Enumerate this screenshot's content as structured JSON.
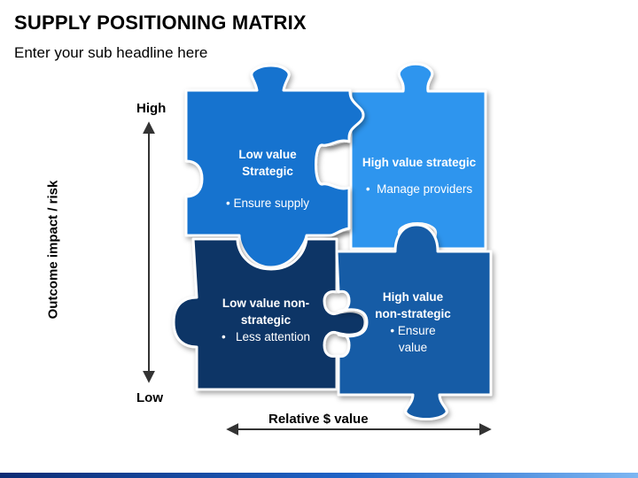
{
  "header": {
    "title": "SUPPLY POSITIONING MATRIX",
    "subtitle": "Enter your sub headline here"
  },
  "axes": {
    "y_label": "Outcome impact / risk",
    "y_high": "High",
    "y_low": "Low",
    "x_label": "Relative $ value"
  },
  "quadrants": {
    "top_left": {
      "heading": [
        "Low value",
        "Strategic"
      ],
      "bullets": [
        "Ensure supply"
      ],
      "color": "#1873cf"
    },
    "top_right": {
      "heading": [
        "High value strategic"
      ],
      "bullets": [
        "Manage providers"
      ],
      "color": "#2f95ee"
    },
    "bottom_left": {
      "heading": [
        "Low value non-",
        "strategic"
      ],
      "bullets": [
        "Less attention"
      ],
      "color": "#0b3466"
    },
    "bottom_right": {
      "heading": [
        "High value",
        "non-strategic"
      ],
      "bullets": [
        "Ensure",
        "value"
      ],
      "color": "#135ba6"
    }
  },
  "colors": {
    "piece_outline": "#ffffff",
    "axis_arrow": "#333333"
  }
}
